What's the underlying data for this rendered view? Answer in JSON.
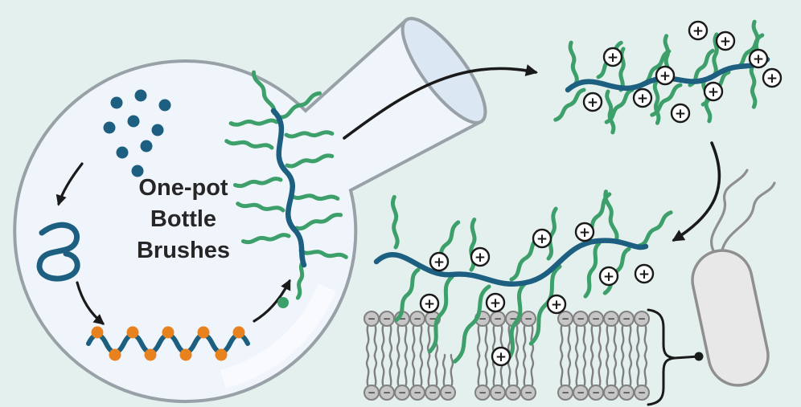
{
  "figure": {
    "title_lines": [
      "One-pot",
      "Bottle",
      "Brushes"
    ]
  },
  "symbols": {
    "plus": "+",
    "minus": "−"
  },
  "colors": {
    "background": "#e4f0ee",
    "flask_fill": "#f0f4fb",
    "flask_mouth": "#dce7f4",
    "flask_stroke": "#98a1a8",
    "backbone_blue": "#1d5f80",
    "side_chain_green": "#3da06a",
    "monomer_orange": "#e8821f",
    "lipid_gray": "#c6c6c6",
    "lipid_stroke": "#808080",
    "bacterium_fill": "#e8e8e8",
    "bacterium_stroke": "#8f8f8f",
    "arrow_black": "#1a1a1a",
    "text_color": "#262626"
  }
}
